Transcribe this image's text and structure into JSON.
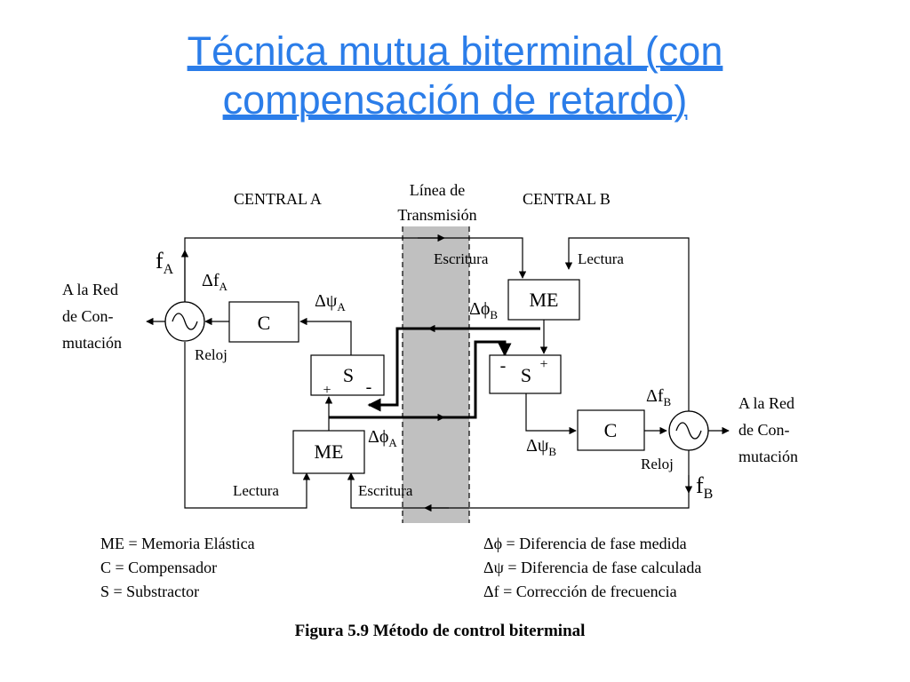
{
  "slide": {
    "title_line1": "Técnica mutua biterminal (con",
    "title_line2": "compensación de retardo)",
    "title_color": "#2b7de9"
  },
  "diagram": {
    "central_a": "CENTRAL A",
    "central_b": "CENTRAL B",
    "linea_line1": "Línea de",
    "linea_line2": "Transmisión",
    "escritura_top": "Escritura",
    "lectura_top": "Lectura",
    "escritura_bottom": "Escritura",
    "lectura_bottom": "Lectura",
    "fA": "f",
    "fA_sub": "A",
    "fB": "f",
    "fB_sub": "B",
    "dfA": "Δf",
    "dfA_sub": "A",
    "dfB": "Δf",
    "dfB_sub": "B",
    "dpsiA": "Δψ",
    "dpsiA_sub": "A",
    "dpsiB": "Δψ",
    "dpsiB_sub": "B",
    "dphiA": "Δϕ",
    "dphiA_sub": "A",
    "dphiB": "Δϕ",
    "dphiB_sub": "B",
    "box_c_a": "C",
    "box_c_b": "C",
    "box_s_a": "S",
    "box_s_b": "S",
    "box_me_a": "ME",
    "box_me_b": "ME",
    "sign_minus": "-",
    "sign_plus": "+",
    "reloj_a": "Reloj",
    "reloj_b": "Reloj",
    "red_a": [
      "A la Red",
      "de Con-",
      "mutación"
    ],
    "red_b": [
      "A la Red",
      "de Con-",
      "mutación"
    ],
    "shade_color": "#c0c0c0"
  },
  "legend": {
    "left": [
      "ME = Memoria Elástica",
      "C = Compensador",
      "S = Substractor"
    ],
    "right": [
      "Δϕ = Diferencia de fase medida",
      "Δψ  = Diferencia de fase calculada",
      "Δf = Corrección de frecuencia"
    ]
  },
  "caption": "Figura 5.9 Método de control biterminal"
}
